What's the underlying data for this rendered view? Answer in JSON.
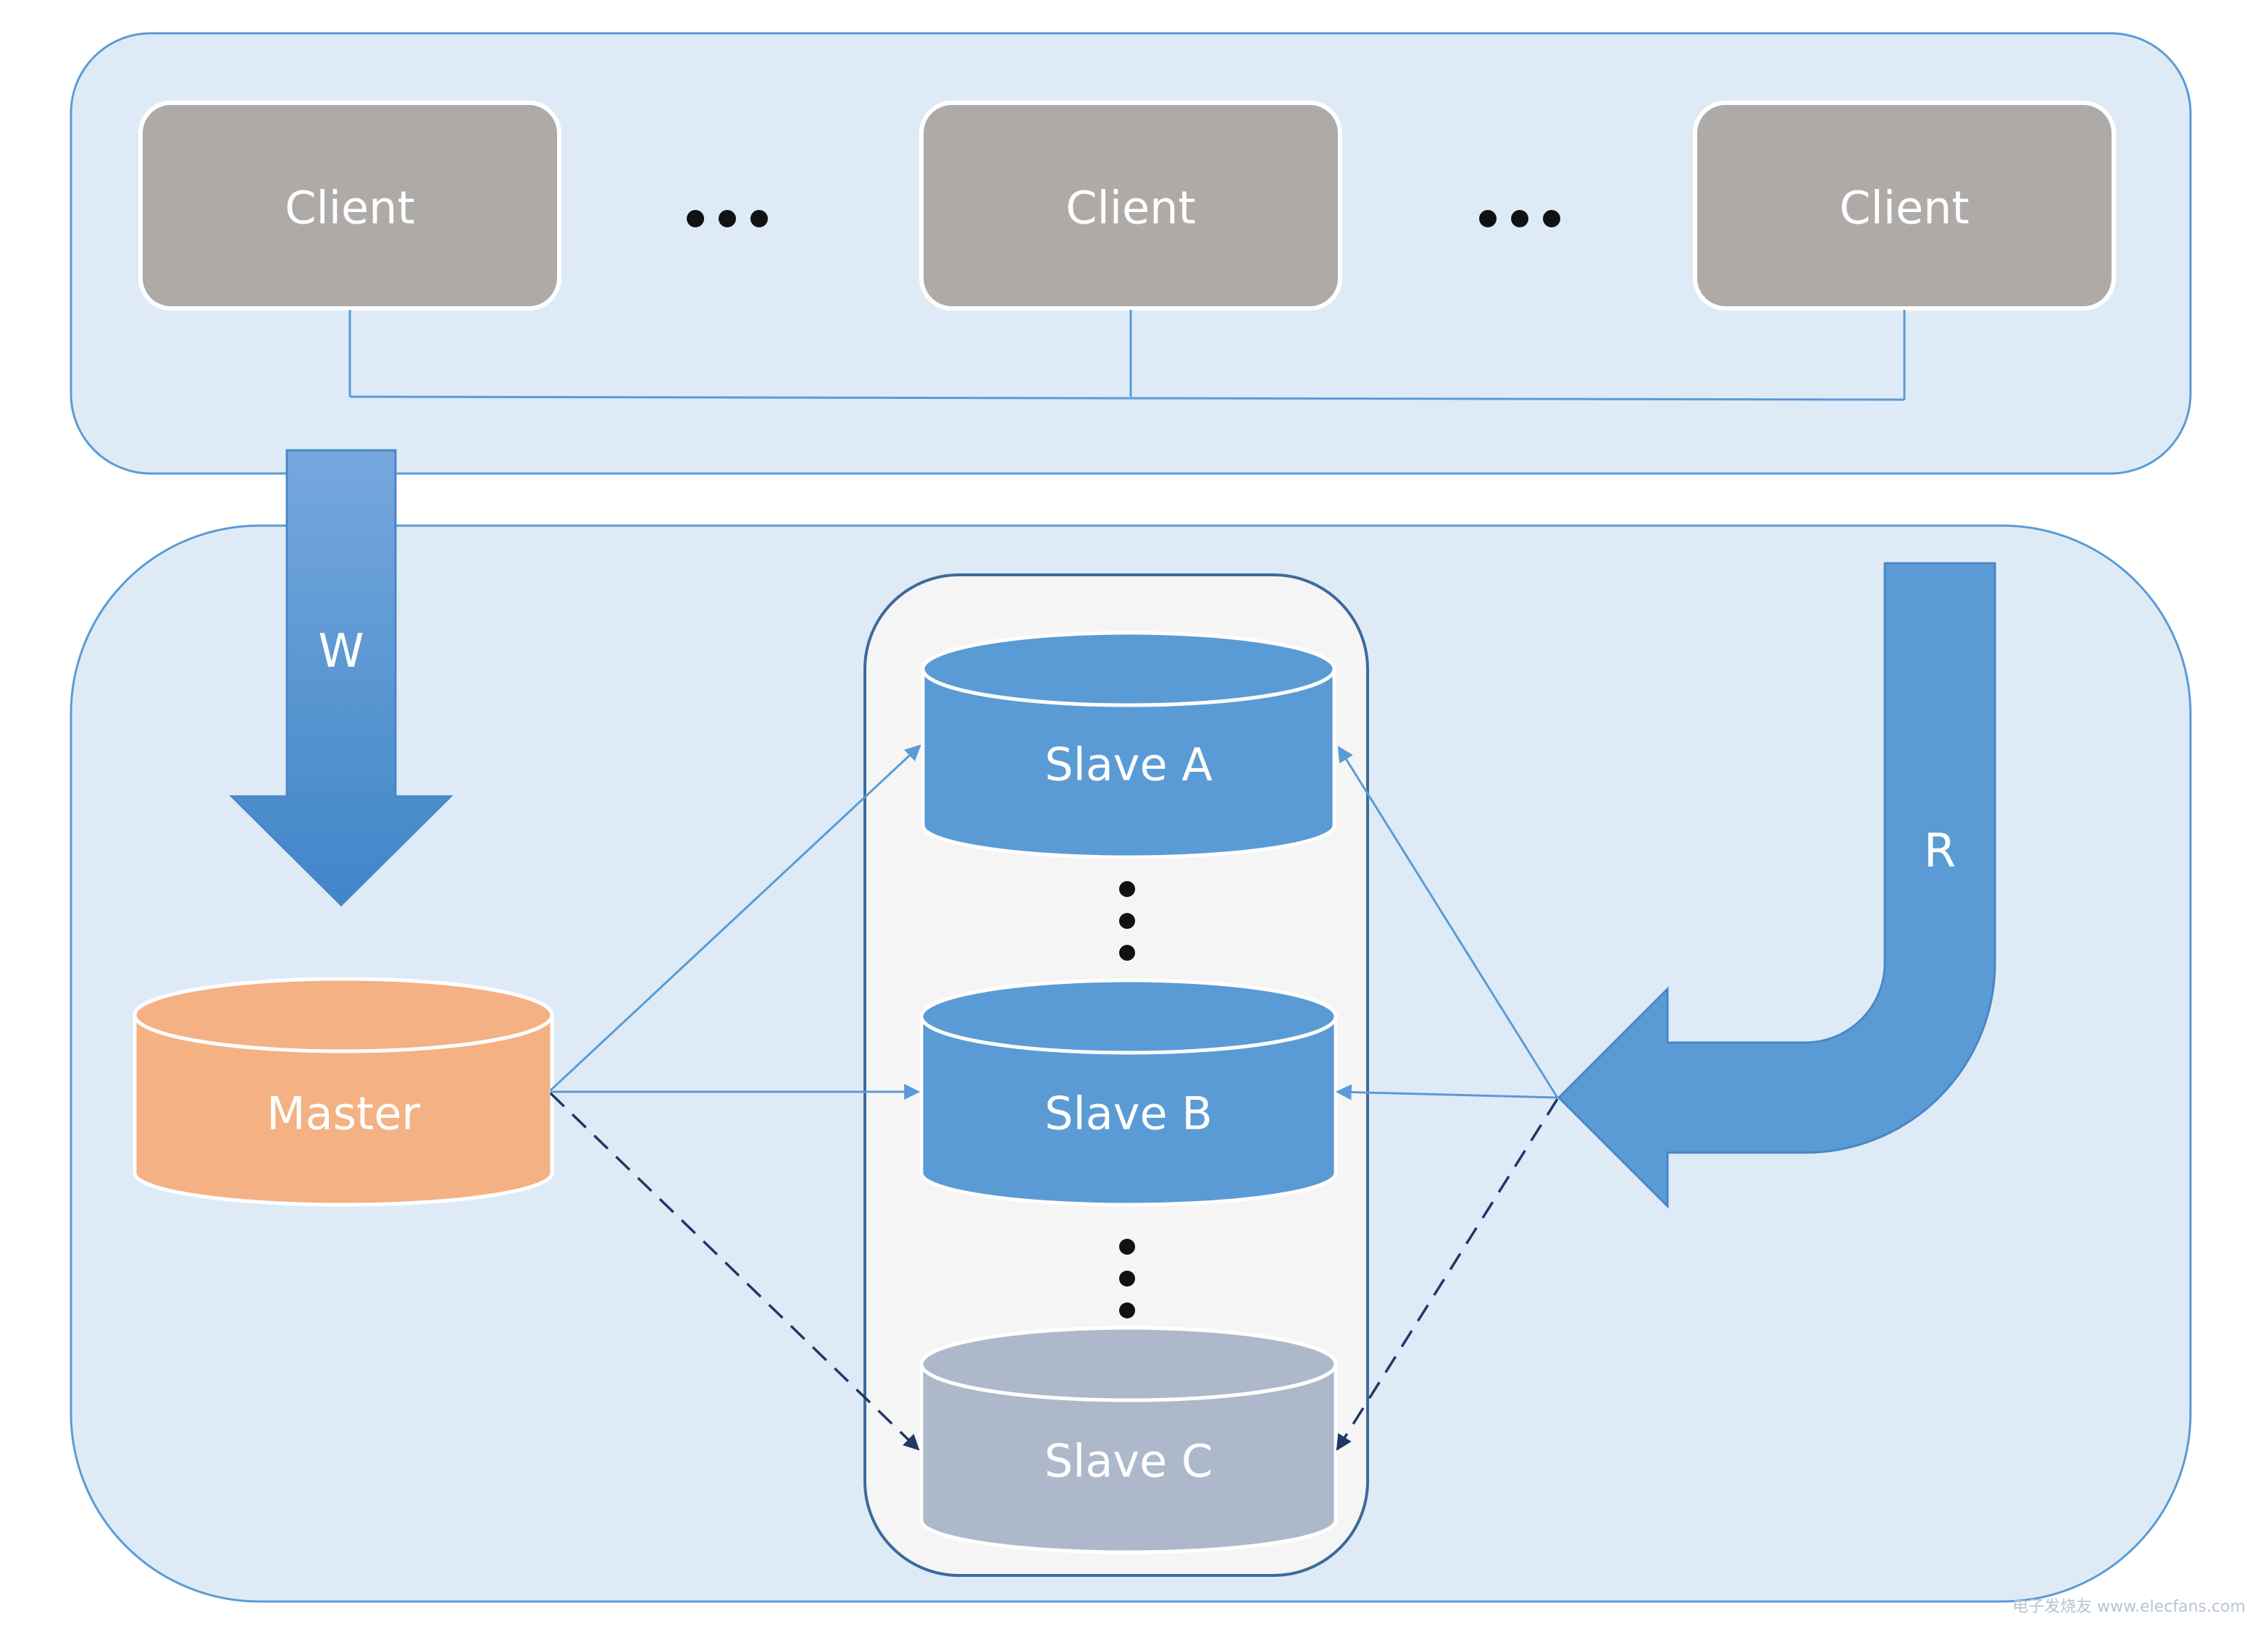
{
  "clients": [
    {
      "label": "Client"
    },
    {
      "label": "Client"
    },
    {
      "label": "Client"
    }
  ],
  "write_arrow": {
    "label": "W"
  },
  "read_arrow": {
    "label": "R"
  },
  "master": {
    "label": "Master"
  },
  "slaves": [
    {
      "label": "Slave A"
    },
    {
      "label": "Slave B"
    },
    {
      "label": "Slave C"
    }
  ],
  "watermark": {
    "text": "电子发烧友 www.elecfans.com"
  },
  "colors": {
    "panel_fill": "#deebf7",
    "panel_stroke": "#5b9bd5",
    "client_fill": "#aeaaa8",
    "master_fill": "#f4b183",
    "slave_fill": "#5b9bd5",
    "slave_inactive_fill": "#adb9ca",
    "cluster_fill": "#f5f5f5",
    "cluster_stroke": "#3d6a9a",
    "dashed_arrow": "#1f3864"
  }
}
